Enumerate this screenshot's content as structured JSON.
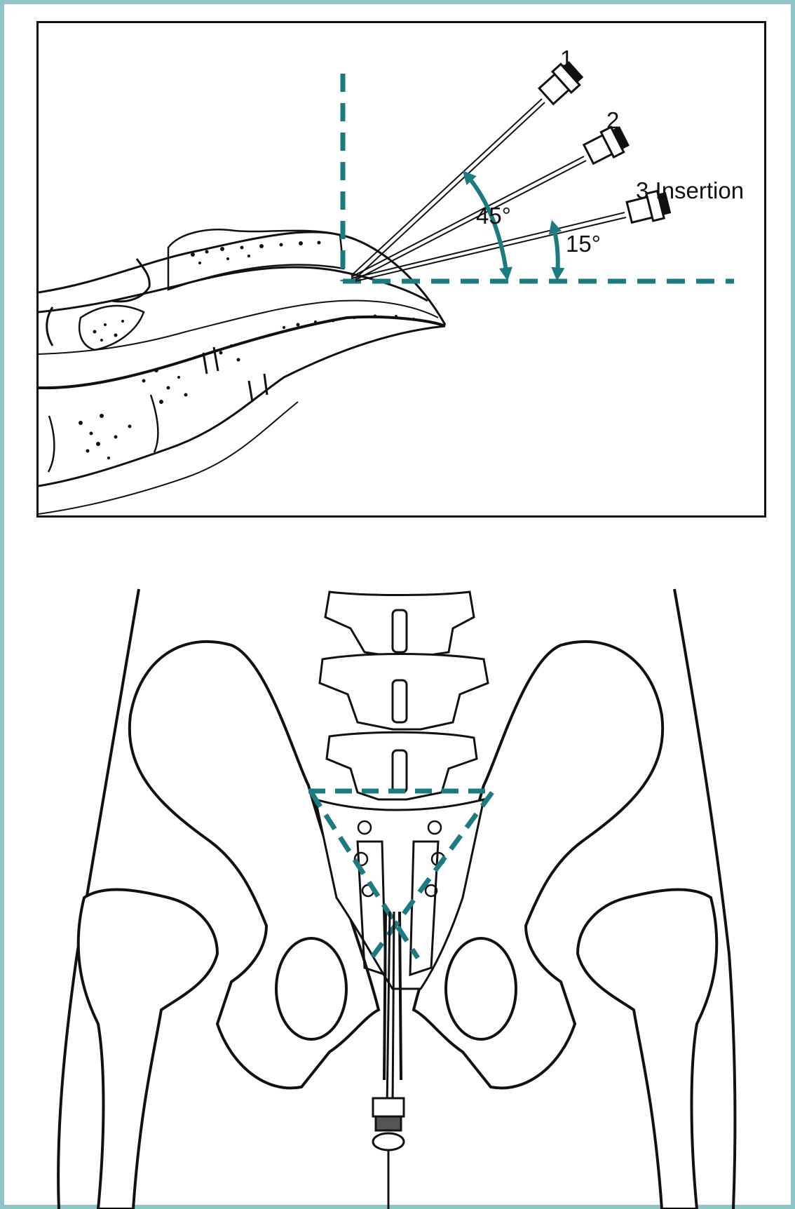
{
  "colors": {
    "accent": "#1c7b80",
    "line": "#111111",
    "frame": "#8fc3c6"
  },
  "needles": [
    {
      "number": "1",
      "label": "1"
    },
    {
      "number": "2",
      "label": "2"
    },
    {
      "number": "3",
      "label": "3 Insertion"
    }
  ],
  "angles": [
    {
      "label": "45°",
      "degrees": 45
    },
    {
      "label": "15°",
      "degrees": 15
    }
  ]
}
